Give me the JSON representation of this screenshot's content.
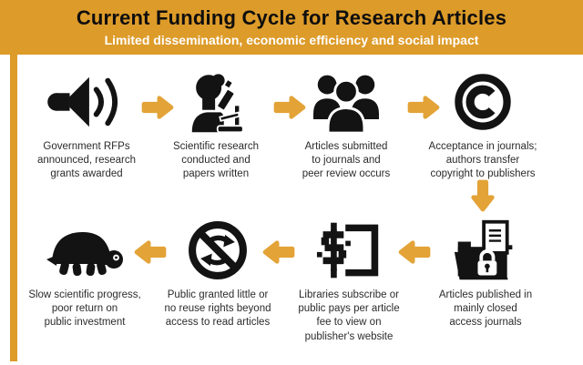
{
  "colors": {
    "accent": "#DD9B29",
    "arrow": "#E3A337",
    "icon": "#131313",
    "caption": "#2b2b2b",
    "header_title": "#0e0e0e",
    "header_subtitle": "#ffffff",
    "background": "#ffffff"
  },
  "header": {
    "title": "Current Funding Cycle for Research Articles",
    "subtitle": "Limited dissemination, economic efficiency and social impact"
  },
  "steps": [
    {
      "icon": "megaphone-icon",
      "caption": "Government RFPs\nannounced, research\ngrants awarded"
    },
    {
      "icon": "researcher-microscope-icon",
      "caption": "Scientific research\nconducted and\npapers written"
    },
    {
      "icon": "people-group-icon",
      "caption": "Articles submitted\nto journals and\npeer review occurs"
    },
    {
      "icon": "copyright-icon",
      "caption": "Acceptance in journals;\nauthors transfer\ncopyright to publishers"
    },
    {
      "icon": "locked-folder-icon",
      "caption": "Articles published in\nmainly closed\naccess journals"
    },
    {
      "icon": "paywall-dollar-icon",
      "caption": "Libraries subscribe or\npublic pays per article\nfee to view on\npublisher's website"
    },
    {
      "icon": "no-reuse-icon",
      "caption": "Public granted little or\nno reuse rights beyond\naccess to read articles"
    },
    {
      "icon": "turtle-icon",
      "caption": "Slow scientific progress,\npoor return on\npublic investment"
    }
  ],
  "arrow_icons": [
    "arrow-right-icon",
    "arrow-right-icon",
    "arrow-right-icon",
    "arrow-down-icon",
    "arrow-left-icon",
    "arrow-left-icon",
    "arrow-left-icon"
  ]
}
